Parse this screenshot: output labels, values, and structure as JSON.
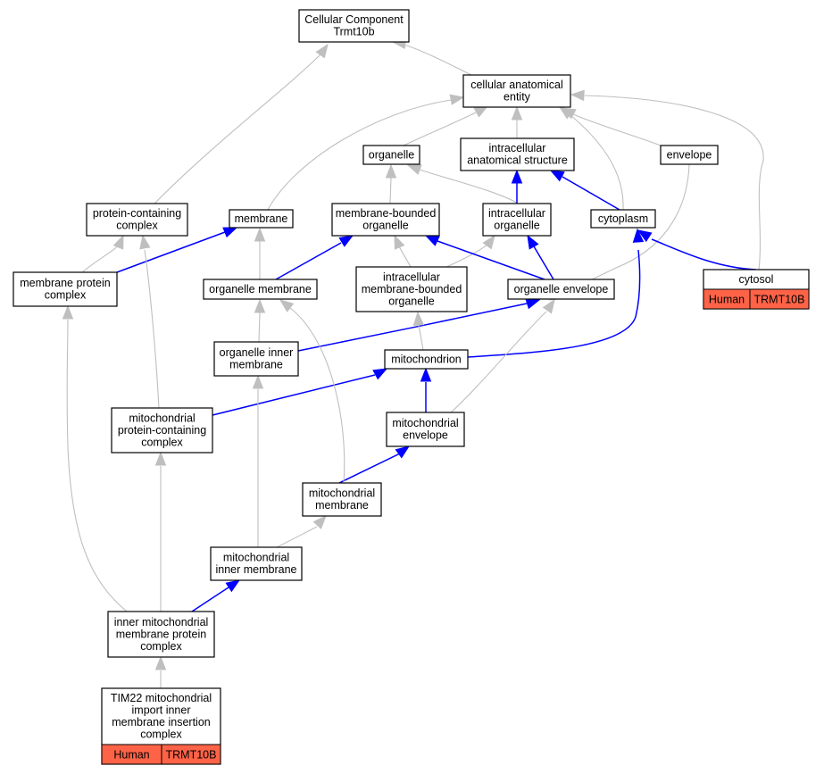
{
  "nodes": {
    "cellular_component": {
      "lines": [
        "Cellular Component",
        "Trmt10b"
      ]
    },
    "cellular_anatomical_entity": {
      "lines": [
        "cellular anatomical",
        "entity"
      ]
    },
    "organelle": {
      "lines": [
        "organelle"
      ]
    },
    "intracellular_anatomical_structure": {
      "lines": [
        "intracellular",
        "anatomical structure"
      ]
    },
    "envelope": {
      "lines": [
        "envelope"
      ]
    },
    "protein_containing_complex": {
      "lines": [
        "protein-containing",
        "complex"
      ]
    },
    "membrane": {
      "lines": [
        "membrane"
      ]
    },
    "membrane_bounded_organelle": {
      "lines": [
        "membrane-bounded",
        "organelle"
      ]
    },
    "intracellular_organelle": {
      "lines": [
        "intracellular",
        "organelle"
      ]
    },
    "cytoplasm": {
      "lines": [
        "cytoplasm"
      ]
    },
    "cytosol": {
      "lines": [
        "cytosol"
      ],
      "badges": [
        "Human",
        "TRMT10B"
      ]
    },
    "membrane_protein_complex": {
      "lines": [
        "membrane protein",
        "complex"
      ]
    },
    "organelle_membrane": {
      "lines": [
        "organelle membrane"
      ]
    },
    "intracellular_membrane_bounded_organelle": {
      "lines": [
        "intracellular",
        "membrane-bounded",
        "organelle"
      ]
    },
    "organelle_envelope": {
      "lines": [
        "organelle envelope"
      ]
    },
    "organelle_inner_membrane": {
      "lines": [
        "organelle inner",
        "membrane"
      ]
    },
    "mitochondrion": {
      "lines": [
        "mitochondrion"
      ]
    },
    "mitochondrial_protein_containing_complex": {
      "lines": [
        "mitochondrial",
        "protein-containing",
        "complex"
      ]
    },
    "mitochondrial_envelope": {
      "lines": [
        "mitochondrial",
        "envelope"
      ]
    },
    "mitochondrial_membrane": {
      "lines": [
        "mitochondrial",
        "membrane"
      ]
    },
    "mitochondrial_inner_membrane": {
      "lines": [
        "mitochondrial",
        "inner membrane"
      ]
    },
    "inner_mitochondrial_membrane_protein_complex": {
      "lines": [
        "inner mitochondrial",
        "membrane protein",
        "complex"
      ]
    },
    "tim22_complex": {
      "lines": [
        "TIM22 mitochondrial",
        "import inner",
        "membrane insertion",
        "complex"
      ],
      "badges": [
        "Human",
        "TRMT10B"
      ]
    }
  },
  "colors": {
    "blue_edge": "#0000ff",
    "gray_edge": "#bfbfbf",
    "badge_fill": "#ff6347"
  }
}
